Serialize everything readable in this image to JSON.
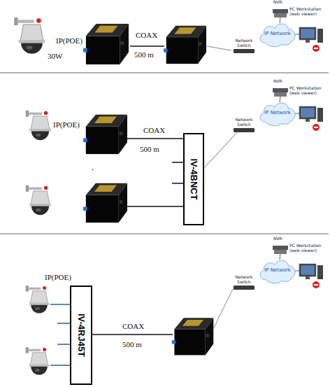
{
  "diagram": {
    "nodes": [
      {
        "text": [
          "Network Switch"
        ]
      },
      {
        "text": [
          "IP Network"
        ]
      },
      {
        "text": [
          "Network Switch"
        ]
      },
      {
        "text": [
          "IP Network"
        ]
      },
      {
        "text": [
          "IV-4BNCT"
        ]
      },
      {
        "text": [
          "Network Switch"
        ]
      },
      {
        "text": [
          "IP Network"
        ]
      },
      {
        "text": [
          "IV-4RJ45T"
        ]
      }
    ],
    "edges": [
      {
        "from": 0,
        "to": 1,
        "arrow": "none"
      },
      {
        "from": 2,
        "to": 3,
        "arrow": "none"
      },
      {
        "from": 4,
        "to": 2,
        "arrow": "none"
      },
      {
        "from": 5,
        "to": 6,
        "arrow": "none"
      }
    ],
    "labels": [
      "IP(POE)",
      "30W",
      "COAX",
      "500 m",
      "NVR",
      "PC Workstation (web viewer)",
      "NVR",
      "PC Workstation (web viewer)",
      "IP(POE)",
      "、",
      "COAX",
      "500 m",
      "NVR",
      "PC Workstation (web viewer)",
      "IP(POE)",
      "COAX",
      "500 m"
    ]
  }
}
